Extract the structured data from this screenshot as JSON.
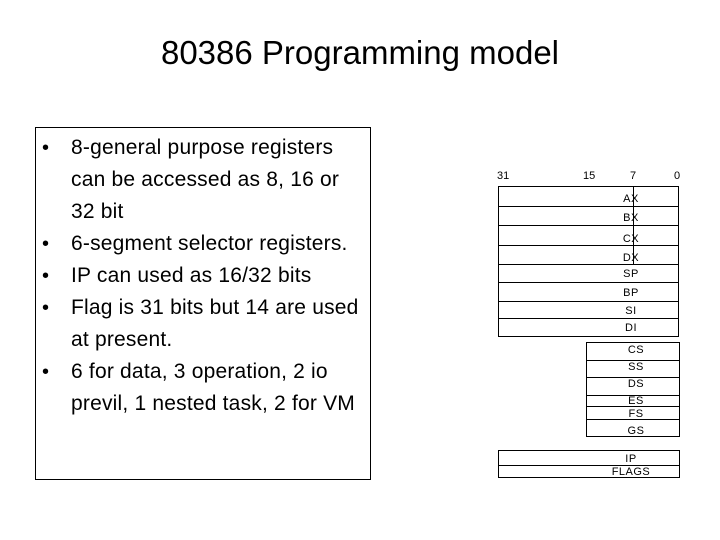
{
  "title": "80386 Programming model",
  "bullets": [
    "8-general purpose registers can be accessed as 8, 16 or 32 bit",
    "6-segment selector registers.",
    "IP can used as 16/32 bits",
    "Flag is 31 bits but 14 are used at present.",
    "6 for data, 3 operation, 2 io previl, 1 nested task, 2 for VM"
  ],
  "bit_labels": [
    "31",
    "15",
    "7",
    "0"
  ],
  "general_registers": [
    "AX",
    "BX",
    "CX",
    "DX",
    "SP",
    "BP",
    "SI",
    "DI"
  ],
  "segment_registers": [
    "CS",
    "SS",
    "DS",
    "ES",
    "FS",
    "GS"
  ],
  "special_registers": [
    "IP",
    "FLAGS"
  ]
}
